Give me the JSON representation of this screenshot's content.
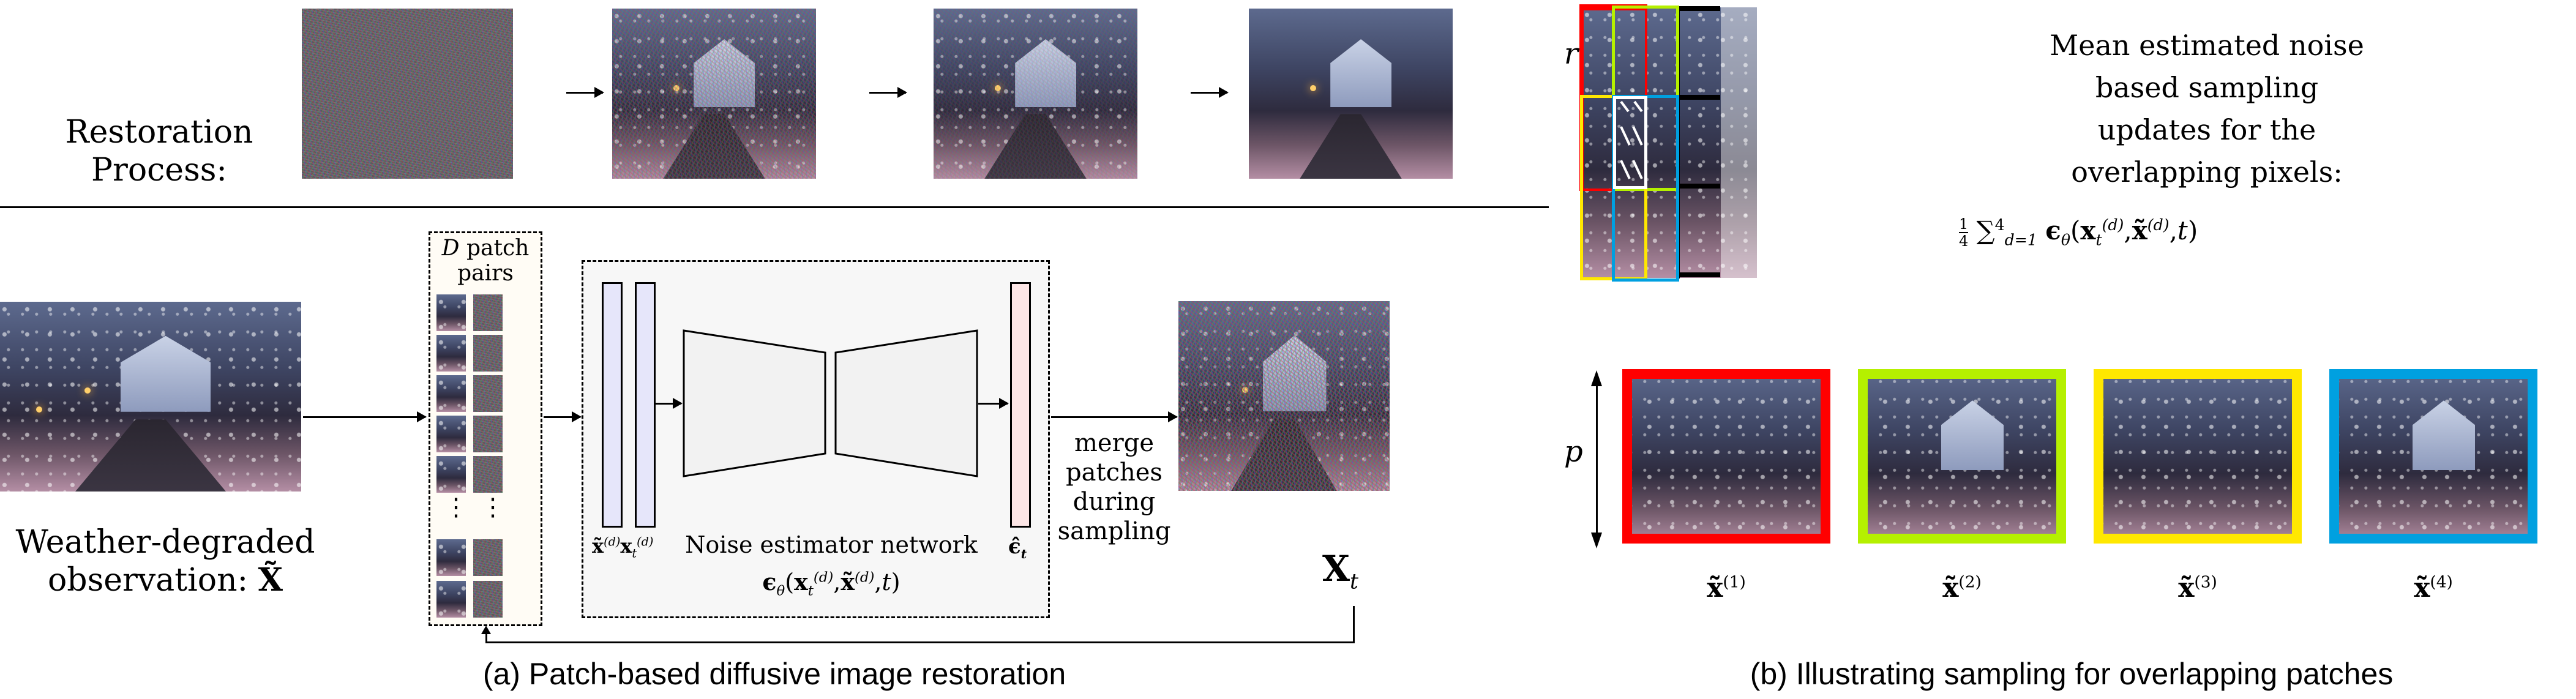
{
  "panel_a": {
    "restoration_label": "Restoration Process:",
    "input_label_line1": "Weather-degraded",
    "input_label_line2": "observation:",
    "input_symbol": "X̃",
    "patch_pairs_var": "D",
    "patch_pairs_label_1": "patch",
    "patch_pairs_label_2": "pairs",
    "ellipsis": "⋮",
    "input_x_tilde": "x̃",
    "input_x_t": "x",
    "sup_d": "(d)",
    "sub_t": "t",
    "network_label": "Noise estimator network",
    "network_formula_eps": "ϵ",
    "network_formula_theta": "θ",
    "network_formula_args_open": "(",
    "network_formula_comma": ",",
    "network_formula_t": "t",
    "network_formula_close": ")",
    "output_eps_hat": "ϵ̂",
    "merge_label": [
      "merge",
      "patches",
      "during",
      "sampling"
    ],
    "output_symbol": "X",
    "caption": "(a) Patch-based diffusive image restoration"
  },
  "panel_b": {
    "r_label": "r",
    "p_label": "p",
    "description": [
      "Mean estimated noise",
      "based sampling",
      "updates for the",
      "overlapping pixels:"
    ],
    "formula_frac_num": "1",
    "formula_frac_den": "4",
    "formula_sum": "∑",
    "formula_sum_upper": "4",
    "formula_sum_lower": "d=1",
    "patches": [
      {
        "label": "x̃",
        "index": "(1)",
        "color": "#ff0000"
      },
      {
        "label": "x̃",
        "index": "(2)",
        "color": "#b5f000"
      },
      {
        "label": "x̃",
        "index": "(3)",
        "color": "#ffe800"
      },
      {
        "label": "x̃",
        "index": "(4)",
        "color": "#00a0e0"
      }
    ],
    "caption": "(b) Illustrating sampling for overlapping patches"
  }
}
